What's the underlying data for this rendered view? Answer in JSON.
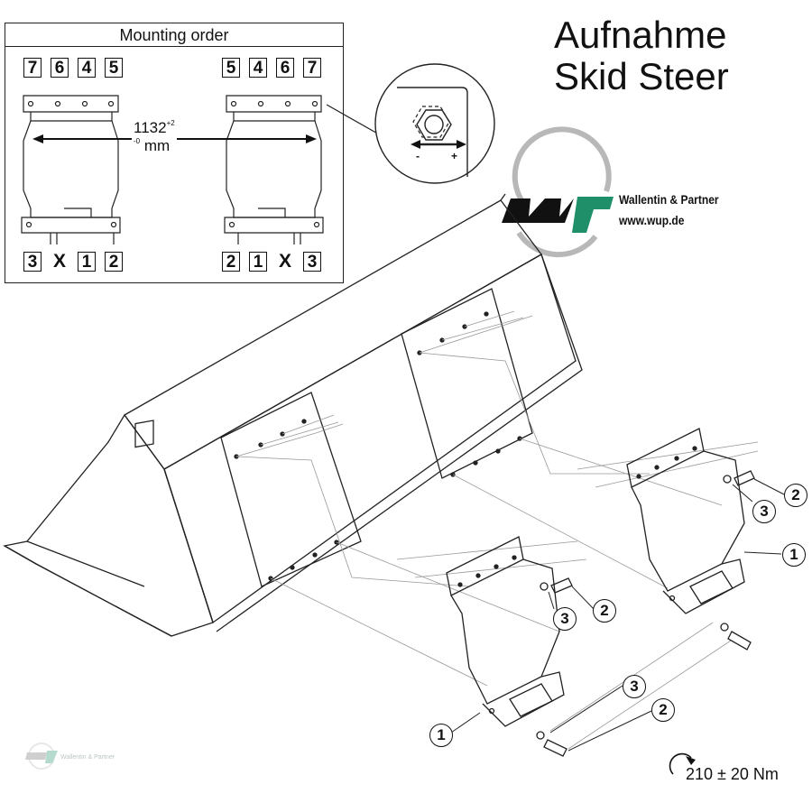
{
  "panel": {
    "title": "Mounting order",
    "top_left_sequence": [
      "7",
      "6",
      "4",
      "5"
    ],
    "top_right_sequence": [
      "5",
      "4",
      "6",
      "7"
    ],
    "bottom_left_sequence": [
      "3",
      "X",
      "1",
      "2"
    ],
    "bottom_right_sequence": [
      "2",
      "1",
      "X",
      "3"
    ],
    "dimension": {
      "value": "1132",
      "tol_plus": "+2",
      "tol_minus": "-0",
      "unit": "mm"
    },
    "detail": {
      "minus": "-",
      "plus": "+"
    }
  },
  "title": {
    "line1": "Aufnahme",
    "line2": "Skid Steer"
  },
  "logo": {
    "name": "Wallentin & Partner",
    "url": "www.wup.de",
    "mark": "wup-logo"
  },
  "callouts": {
    "upper_bracket": {
      "part": "1",
      "bolt": "2",
      "washer": "3"
    },
    "lower_bracket": {
      "part": "1",
      "bolt": "2",
      "washer": "3"
    },
    "lower_hardware": {
      "bolt": "2",
      "washer": "3"
    }
  },
  "torque": {
    "text": "210 ± 20 Nm"
  },
  "watermark": {
    "text": "Wallentin & Partner"
  },
  "colors": {
    "logo_green": "#1f8f6a",
    "logo_black": "#111111",
    "logo_gray": "#b8b8b8",
    "line": "#222222",
    "thin_line": "#888888"
  }
}
